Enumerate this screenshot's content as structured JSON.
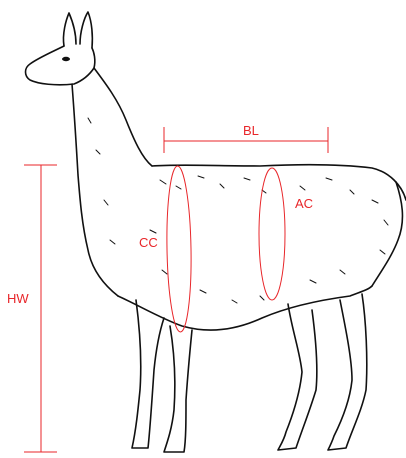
{
  "labels": {
    "body_length": "BL",
    "abdominal_circumference": "AC",
    "chest_circumference": "CC",
    "height_at_withers": "HW"
  },
  "colors": {
    "measure": "#e8262a",
    "ink": "#111111",
    "background": "#ffffff"
  }
}
